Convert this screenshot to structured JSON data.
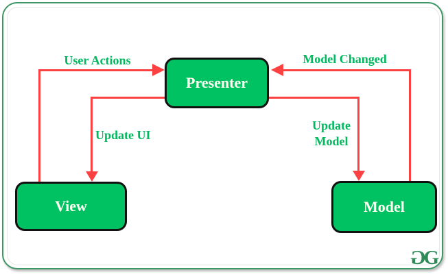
{
  "nodes": {
    "presenter": {
      "label": "Presenter"
    },
    "view": {
      "label": "View"
    },
    "model": {
      "label": "Model"
    }
  },
  "edges": {
    "user_actions": {
      "label": "User Actions",
      "from": "View",
      "to": "Presenter"
    },
    "update_ui": {
      "label": "Update UI",
      "from": "Presenter",
      "to": "View"
    },
    "model_changed": {
      "label": "Model Changed",
      "from": "Model",
      "to": "Presenter"
    },
    "update_model": {
      "label": "Update Model",
      "from": "Presenter",
      "to": "Model"
    }
  },
  "logo": {
    "g1": "G",
    "g2": "G"
  },
  "colors": {
    "node_fill": "#00c263",
    "node_border": "#111111",
    "node_text": "#fffff2",
    "edge_label_text": "#00b85e",
    "arrow": "#fb4141",
    "frame_border": "#3e9566",
    "logo_text": "#2e8b57",
    "background": "#ffffff"
  }
}
